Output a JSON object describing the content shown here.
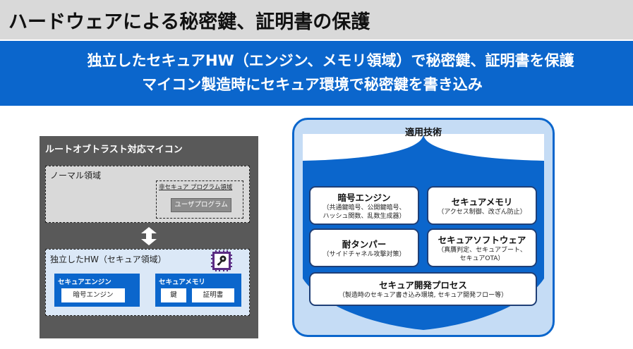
{
  "title": "ハードウェアによる秘密鍵、証明書の保護",
  "banner": {
    "line1": "独立したセキュアHW（エンジン、メモリ領域）で秘密鍵、証明書を保護",
    "line2": "マイコン製造時にセキュア環境で秘密鍵を書き込み"
  },
  "left_panel": {
    "title": "ルートオブトラスト対応マイコン",
    "normal_area": {
      "label": "ノーマル領域",
      "nonsecure_label": "非セキュア プログラム領域",
      "user_program": "ユーザプログラム"
    },
    "secure_area": {
      "label": "独立したHW（セキュア領域）",
      "engine": {
        "label": "セキュアエンジン",
        "item": "暗号エンジン"
      },
      "memory": {
        "label": "セキュアメモリ",
        "items": [
          "鍵",
          "証明書"
        ]
      }
    }
  },
  "right_panel": {
    "title": "適用技術",
    "boxes": {
      "crypto": {
        "title": "暗号エンジン",
        "desc": [
          "（共通鍵暗号、公開鍵暗号、",
          "ハッシュ関数、乱数生成器）"
        ]
      },
      "memory": {
        "title": "セキュアメモリ",
        "desc": [
          "（アクセス制御、改ざん防止）"
        ]
      },
      "tamper": {
        "title": "耐タンパー",
        "desc": [
          "（サイドチャネル攻撃対策）"
        ]
      },
      "software": {
        "title": "セキュアソフトウェア",
        "desc": [
          "（真贋判定、セキュアブート、",
          "セキュアOTA）"
        ]
      },
      "process": {
        "title": "セキュア開発プロセス",
        "desc": [
          "（製造時のセキュア書き込み環境, セキュア開発フロー等）"
        ]
      }
    }
  },
  "colors": {
    "brand_blue": "#0b66cc",
    "panel_gray": "#595959",
    "secure_bg": "#dbe8f7",
    "shield_bg": "#c5dcf5",
    "chip_purple": "#5b2c83"
  }
}
